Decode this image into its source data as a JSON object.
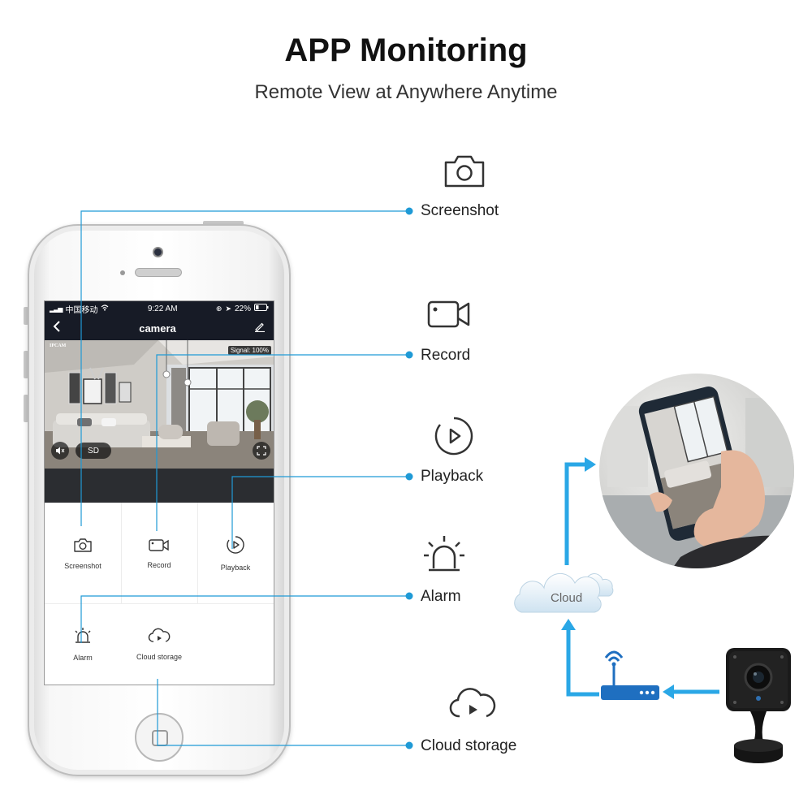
{
  "header": {
    "title": "APP Monitoring",
    "subtitle": "Remote View at Anywhere Anytime"
  },
  "phone": {
    "status": {
      "carrier": "中国移动",
      "time": "9:22 AM",
      "battery": "22%"
    },
    "nav": {
      "title": "camera"
    },
    "feed": {
      "badge": "IPCAM",
      "signal": "Signal: 100%",
      "sd_label": "SD"
    },
    "grid": {
      "screenshot": "Screenshot",
      "record": "Record",
      "playback": "Playback",
      "alarm": "Alarm",
      "cloud_storage": "Cloud storage"
    }
  },
  "features": {
    "screenshot": "Screenshot",
    "record": "Record",
    "playback": "Playback",
    "alarm": "Alarm",
    "cloud_storage": "Cloud storage"
  },
  "network": {
    "cloud_label": "Cloud"
  },
  "colors": {
    "accent": "#1f9ad6",
    "arrow": "#2aa7e6",
    "status_bar": "#171b26",
    "icon": "#333333"
  }
}
